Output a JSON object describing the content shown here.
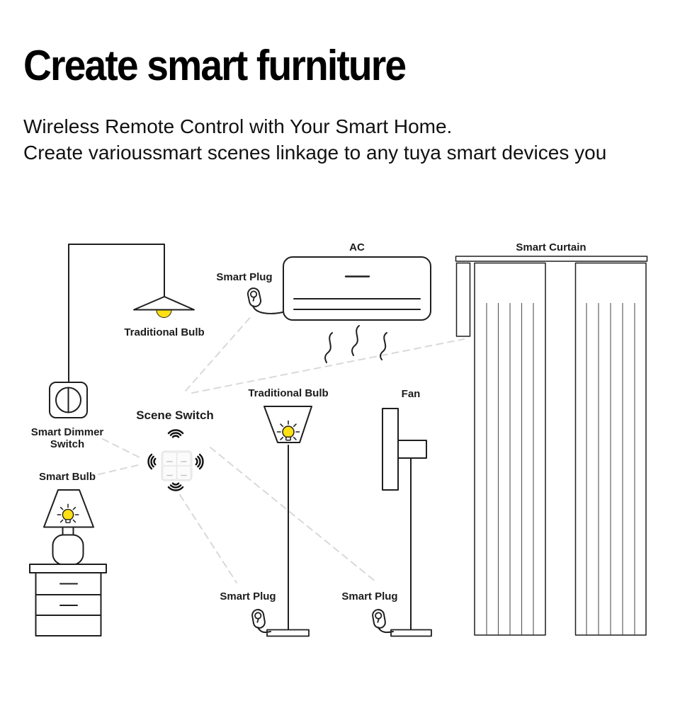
{
  "header": {
    "title": "Create smart furniture",
    "subtitle_line1": "Wireless Remote Control with Your Smart Home.",
    "subtitle_line2": "Create varioussmart scenes linkage to any tuya smart devices you"
  },
  "diagram": {
    "labels": {
      "hanging_bulb": "Traditional Bulb",
      "smart_plug_ac": "Smart Plug",
      "ac": "AC",
      "smart_curtain": "Smart Curtain",
      "smart_dimmer_line1": "Smart Dimmer",
      "smart_dimmer_line2": "Switch",
      "scene_switch": "Scene Switch",
      "floor_bulb": "Traditional Bulb",
      "fan": "Fan",
      "smart_bulb": "Smart Bulb",
      "smart_plug_lamp": "Smart Plug",
      "smart_plug_fan": "Smart Plug"
    },
    "colors": {
      "bulb_yellow": "#ffe014",
      "dashed_line": "#d9d9d9",
      "outline": "#1f1f1f",
      "curtain_fold": "#555555"
    }
  }
}
